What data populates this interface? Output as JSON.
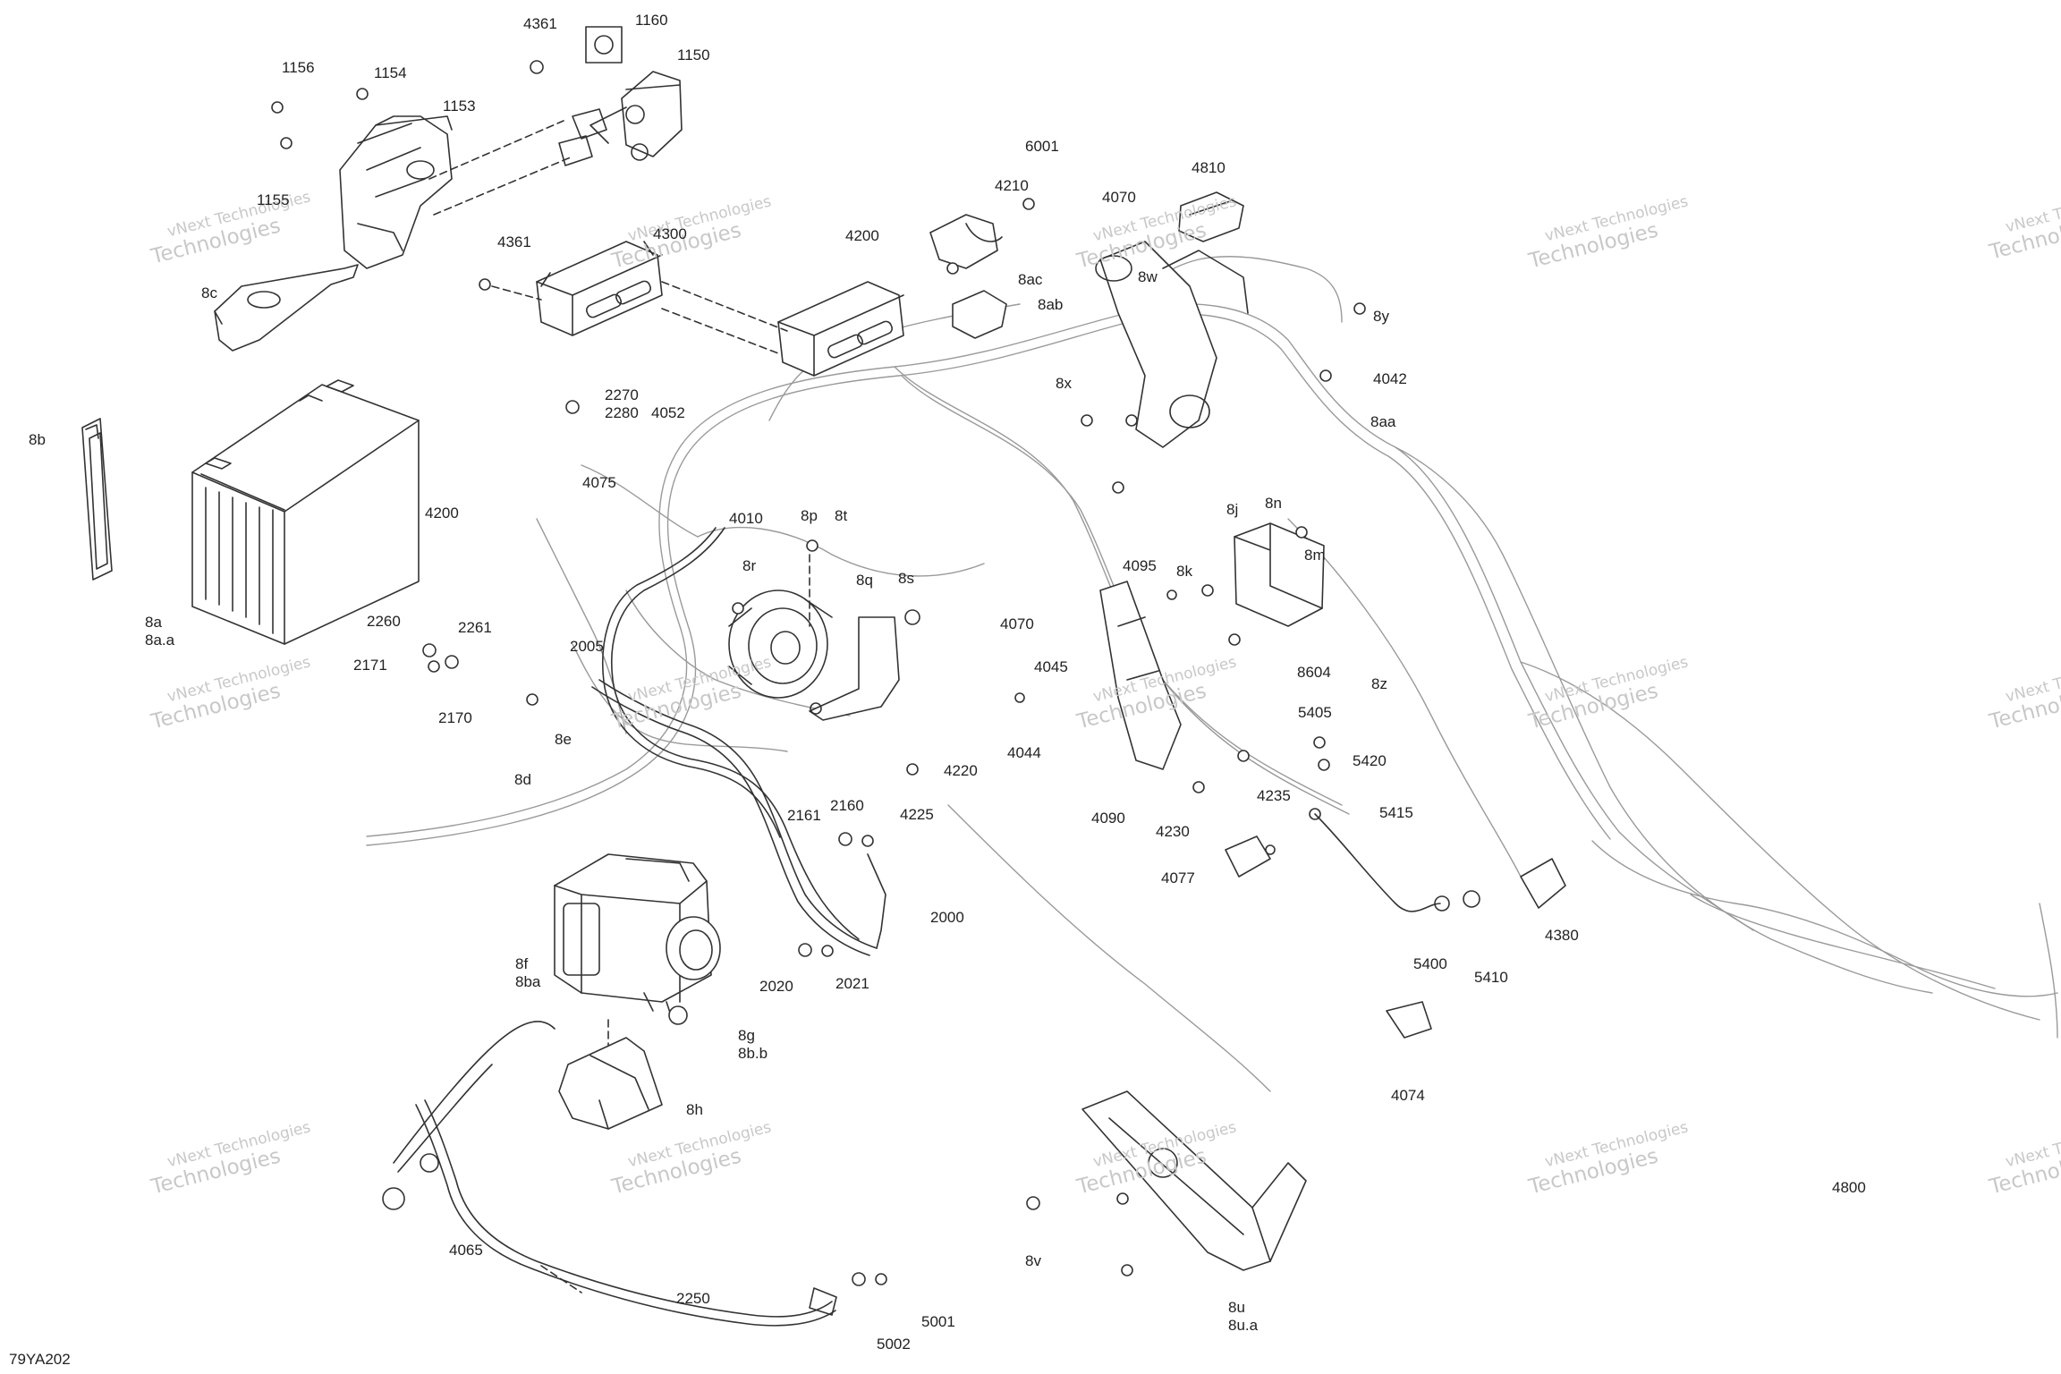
{
  "diagram": {
    "reference": "79YA202",
    "watermark": {
      "line1": "vNext Technologies",
      "line2": "Technologies"
    },
    "parts": [
      {
        "id": "p4361a",
        "text": "4361"
      },
      {
        "id": "p1160",
        "text": "1160"
      },
      {
        "id": "p1150",
        "text": "1150"
      },
      {
        "id": "p1156",
        "text": "1156"
      },
      {
        "id": "p1154",
        "text": "1154"
      },
      {
        "id": "p1153",
        "text": "1153"
      },
      {
        "id": "p1155",
        "text": "1155"
      },
      {
        "id": "p4361b",
        "text": "4361"
      },
      {
        "id": "p4300",
        "text": "4300"
      },
      {
        "id": "p8c",
        "text": "8c"
      },
      {
        "id": "p8b",
        "text": "8b"
      },
      {
        "id": "p8a",
        "text": "8a\n8a.a"
      },
      {
        "id": "p2270",
        "text": "2270\n2280"
      },
      {
        "id": "p4052",
        "text": "4052"
      },
      {
        "id": "p4075",
        "text": "4075"
      },
      {
        "id": "p4200a",
        "text": "4200"
      },
      {
        "id": "p4010",
        "text": "4010"
      },
      {
        "id": "p2260",
        "text": "2260"
      },
      {
        "id": "p2261",
        "text": "2261"
      },
      {
        "id": "p2171",
        "text": "2171"
      },
      {
        "id": "p2005",
        "text": "2005"
      },
      {
        "id": "p2170",
        "text": "2170"
      },
      {
        "id": "p8e",
        "text": "8e"
      },
      {
        "id": "p8d",
        "text": "8d"
      },
      {
        "id": "p8p",
        "text": "8p"
      },
      {
        "id": "p8t",
        "text": "8t"
      },
      {
        "id": "p8r",
        "text": "8r"
      },
      {
        "id": "p8q",
        "text": "8q"
      },
      {
        "id": "p8s",
        "text": "8s"
      },
      {
        "id": "p4070a",
        "text": "4070"
      },
      {
        "id": "p4045",
        "text": "4045"
      },
      {
        "id": "p4044",
        "text": "4044"
      },
      {
        "id": "p4220",
        "text": "4220"
      },
      {
        "id": "p4225",
        "text": "4225"
      },
      {
        "id": "p2161",
        "text": "2161"
      },
      {
        "id": "p2160",
        "text": "2160"
      },
      {
        "id": "p2000",
        "text": "2000"
      },
      {
        "id": "p2020",
        "text": "2020"
      },
      {
        "id": "p2021",
        "text": "2021"
      },
      {
        "id": "p8f",
        "text": "8f\n8ba"
      },
      {
        "id": "p8g",
        "text": "8g\n8b.b"
      },
      {
        "id": "p8h",
        "text": "8h"
      },
      {
        "id": "p4065",
        "text": "4065"
      },
      {
        "id": "p2250",
        "text": "2250"
      },
      {
        "id": "p5001",
        "text": "5001"
      },
      {
        "id": "p5002",
        "text": "5002"
      },
      {
        "id": "p6001",
        "text": "6001"
      },
      {
        "id": "p4210",
        "text": "4210"
      },
      {
        "id": "p4070b",
        "text": "4070"
      },
      {
        "id": "p4810",
        "text": "4810"
      },
      {
        "id": "p4200b",
        "text": "4200"
      },
      {
        "id": "p8ac",
        "text": "8ac"
      },
      {
        "id": "p8w",
        "text": "8w"
      },
      {
        "id": "p8ab",
        "text": "8ab"
      },
      {
        "id": "p8x",
        "text": "8x"
      },
      {
        "id": "p8y",
        "text": "8y"
      },
      {
        "id": "p4042",
        "text": "4042"
      },
      {
        "id": "p8aa",
        "text": "8aa"
      },
      {
        "id": "p8j",
        "text": "8j"
      },
      {
        "id": "p8n",
        "text": "8n"
      },
      {
        "id": "p8m",
        "text": "8m"
      },
      {
        "id": "p8k",
        "text": "8k"
      },
      {
        "id": "p4095",
        "text": "4095"
      },
      {
        "id": "p8604",
        "text": "8604"
      },
      {
        "id": "p8z",
        "text": "8z"
      },
      {
        "id": "p5405",
        "text": "5405"
      },
      {
        "id": "p5420",
        "text": "5420"
      },
      {
        "id": "p5415",
        "text": "5415"
      },
      {
        "id": "p4235",
        "text": "4235"
      },
      {
        "id": "p4090",
        "text": "4090"
      },
      {
        "id": "p4230",
        "text": "4230"
      },
      {
        "id": "p4077",
        "text": "4077"
      },
      {
        "id": "p5400",
        "text": "5400"
      },
      {
        "id": "p5410",
        "text": "5410"
      },
      {
        "id": "p4380",
        "text": "4380"
      },
      {
        "id": "p4074",
        "text": "4074"
      },
      {
        "id": "p4800",
        "text": "4800"
      },
      {
        "id": "p8v",
        "text": "8v"
      },
      {
        "id": "p8u",
        "text": "8u\n8u.a"
      }
    ]
  }
}
